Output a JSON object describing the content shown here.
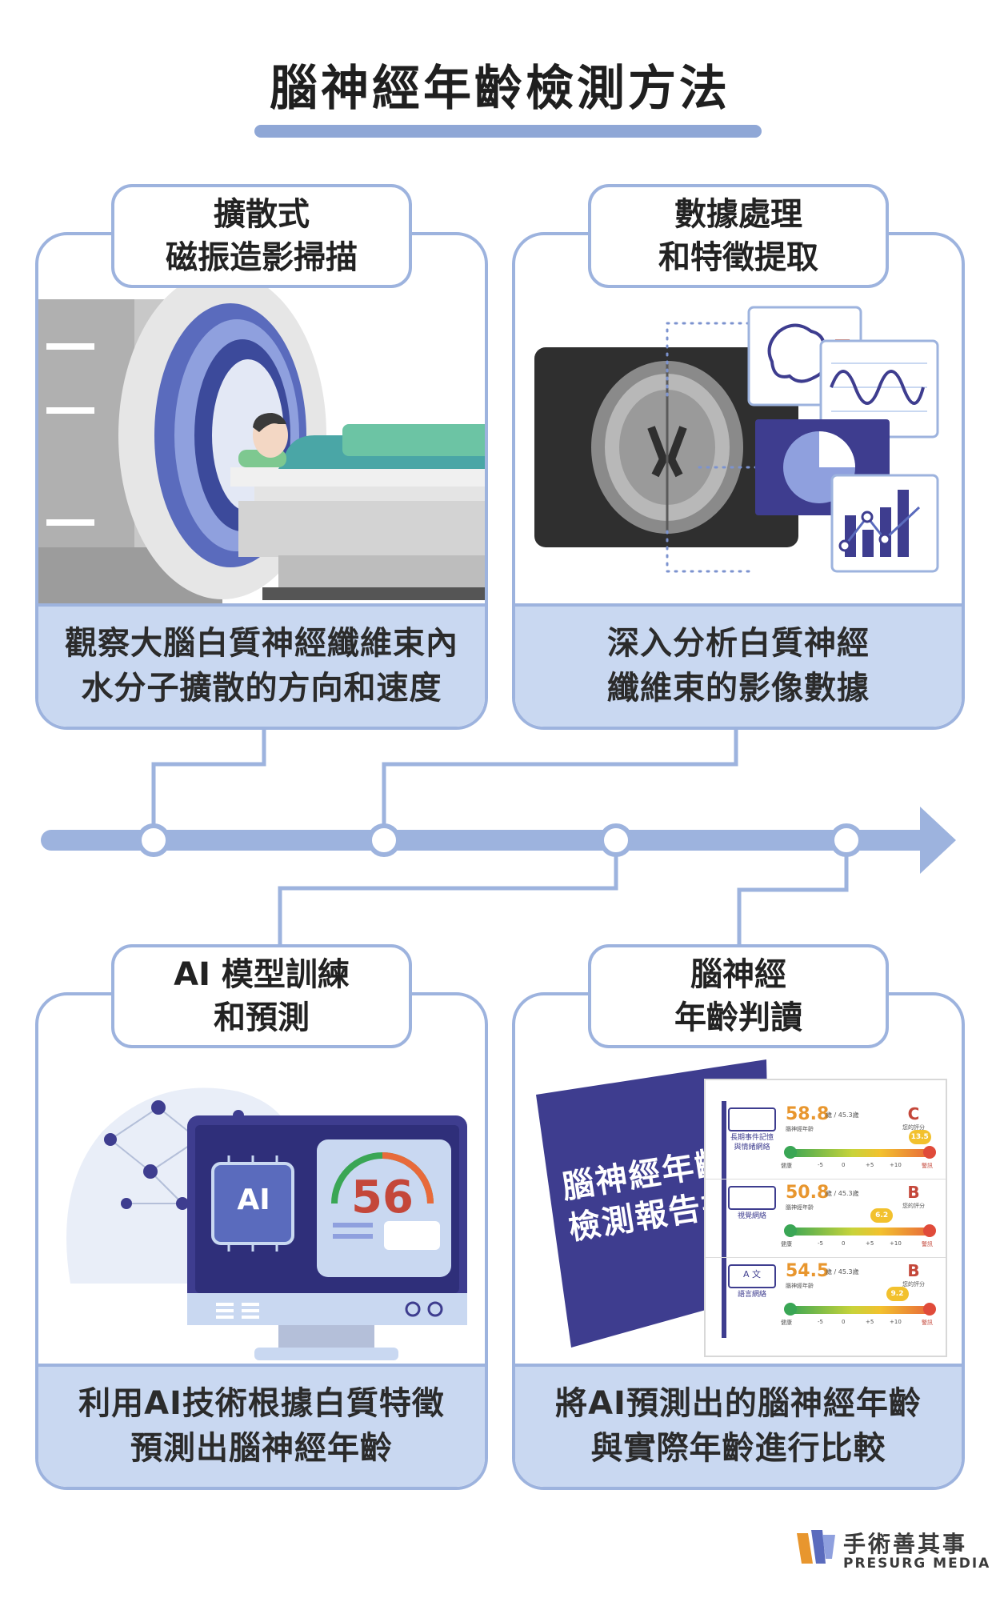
{
  "title": "腦神經年齡檢測方法",
  "steps": [
    {
      "label_line1": "擴散式",
      "label_line2": "磁振造影掃描",
      "desc_line1": "觀察大腦白質神經纖維束內",
      "desc_line2": "水分子擴散的方向和速度"
    },
    {
      "label_line1": "數據處理",
      "label_line2": "和特徵提取",
      "desc_line1": "深入分析白質神經",
      "desc_line2": "纖維束的影像數據"
    },
    {
      "label_line1": "AI 模型訓練",
      "label_line2": "和預測",
      "desc_line1": "利用AI技術根據白質特徵",
      "desc_line2": "預測出腦神經年齡",
      "chip_text": "AI",
      "gauge_value": "56"
    },
    {
      "label_line1": "腦神經",
      "label_line2": "年齡判讀",
      "desc_line1": "將AI預測出的腦神經年齡",
      "desc_line2": "與實際年齡進行比較",
      "report_line1": "腦神經年齡",
      "report_line2": "檢測報告書"
    }
  ],
  "report": {
    "rows": [
      {
        "network": "長期事件記憶",
        "network2": "與情緒網絡",
        "age": "58.8",
        "age_unit": "歲 / 45.3歲",
        "age_caption": "腦神經年齡",
        "grade": "C",
        "grade_caption": "您的評分",
        "marker": "13.5",
        "marker_frac": 0.93
      },
      {
        "network": "視覺網絡",
        "network2": "",
        "age": "50.8",
        "age_unit": "歲 / 45.3歲",
        "age_caption": "腦神經年齡",
        "grade": "B",
        "grade_caption": "您的評分",
        "marker": "6.2",
        "marker_frac": 0.66
      },
      {
        "network": "語言網絡",
        "network2": "",
        "age": "54.5",
        "age_unit": "歲 / 45.3歲",
        "age_caption": "腦神經年齡",
        "grade": "B",
        "grade_caption": "您的評分",
        "marker": "9.2",
        "marker_frac": 0.77
      }
    ],
    "scale_ticks": [
      "-5",
      "0",
      "+5",
      "+10"
    ],
    "scale_left": "健康",
    "scale_right": "警訊",
    "icon_text": "A 文"
  },
  "brand": {
    "name_cn": "手術善其事",
    "name_en": "PRESURG MEDIA"
  },
  "colors": {
    "accent": "#9db3de",
    "foot": "#c9d8f1",
    "navy": "#3e3d8f",
    "timeline": "#9db3de"
  }
}
